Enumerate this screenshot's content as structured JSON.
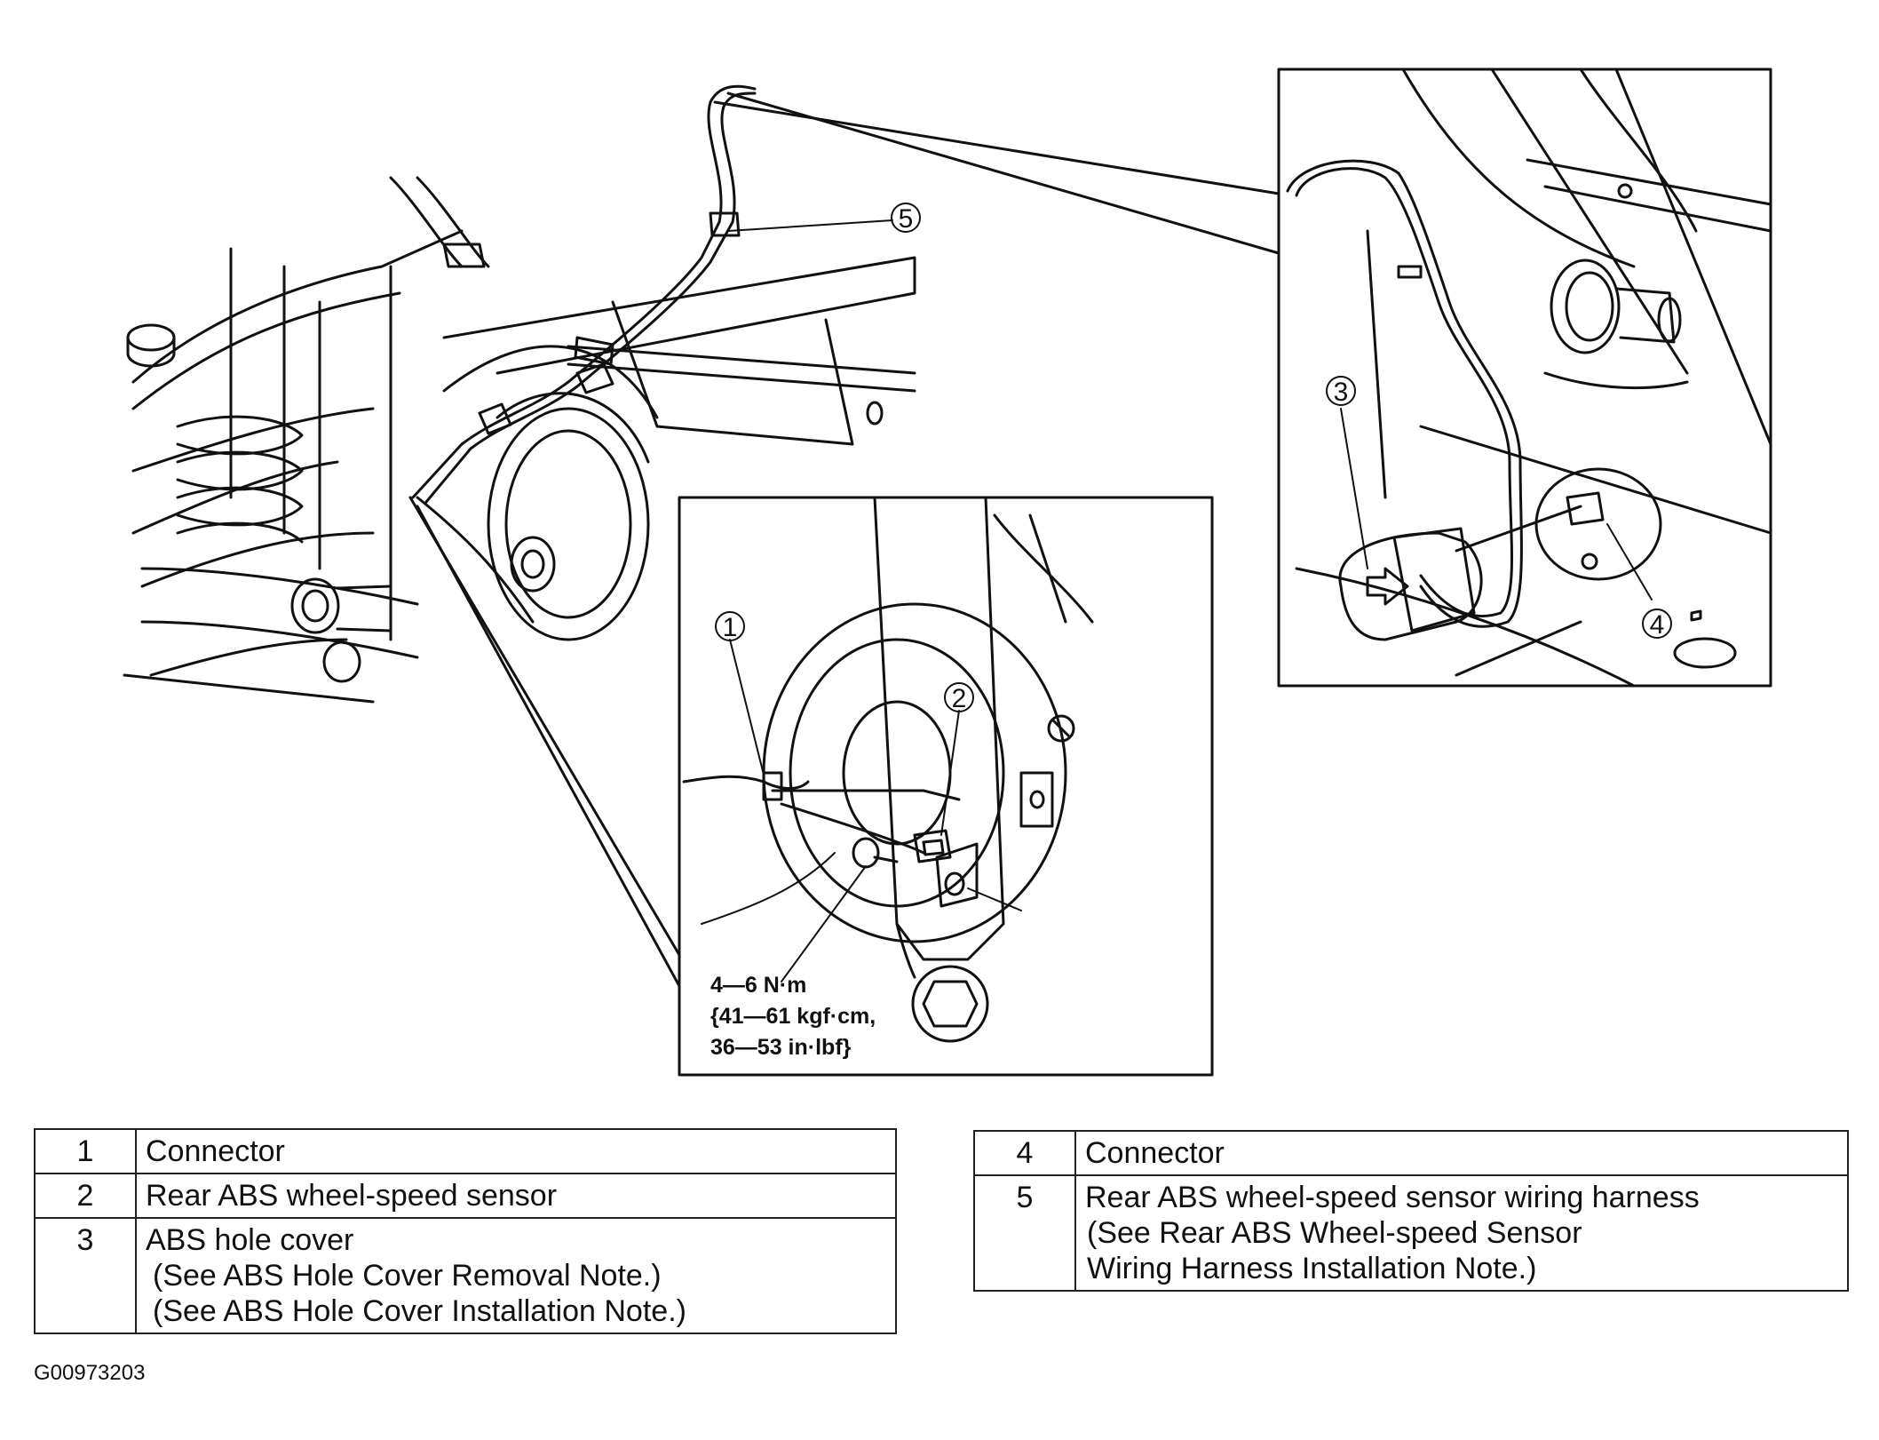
{
  "figure_id": "G00973203",
  "callouts": {
    "c1": "1",
    "c2": "2",
    "c3": "3",
    "c4": "4",
    "c5": "5"
  },
  "torque_spec": {
    "line1": "4—6 N·m",
    "line2": "{41—61 kgf·cm,",
    "line3": "36—53 in·lbf}"
  },
  "legend_left": [
    {
      "num": "1",
      "label": "Connector",
      "notes": []
    },
    {
      "num": "2",
      "label": "Rear ABS wheel-speed sensor",
      "notes": []
    },
    {
      "num": "3",
      "label": "ABS hole cover",
      "notes": [
        "(See ABS Hole Cover Removal Note.)",
        "(See ABS Hole Cover Installation Note.)"
      ]
    }
  ],
  "legend_right": [
    {
      "num": "4",
      "label": "Connector",
      "notes": []
    },
    {
      "num": "5",
      "label": "Rear ABS wheel-speed sensor wiring harness",
      "notes": [
        "(See Rear ABS Wheel-speed Sensor",
        "Wiring Harness Installation Note.)"
      ]
    }
  ]
}
